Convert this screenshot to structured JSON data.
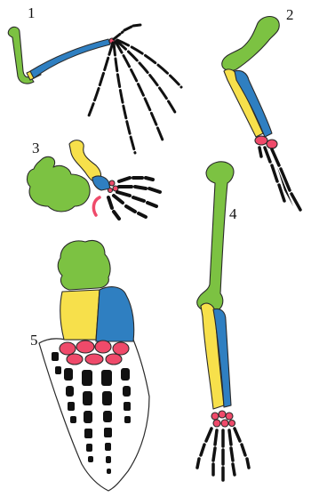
{
  "figure": {
    "labels": [
      "1",
      "2",
      "3",
      "4",
      "5"
    ]
  },
  "colors": {
    "humerus": "#7cc242",
    "ulna": "#2f7fc1",
    "radius": "#f7e04b",
    "carpals": "#ef4a6a",
    "digits": "#111111",
    "fin_outline": "#2a2a2a",
    "background": "#ffffff"
  }
}
